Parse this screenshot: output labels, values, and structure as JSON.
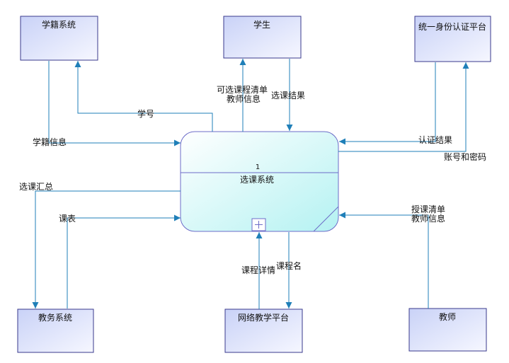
{
  "entities": {
    "xueji": "学籍系统",
    "student": "学生",
    "auth": "统一身份认证平台",
    "jiaowu": "教务系统",
    "network": "网络教学平台",
    "teacher": "教师"
  },
  "process": {
    "number": "1",
    "name": "选课系统"
  },
  "flows": {
    "xuehao": "学号",
    "xueji_info": "学籍信息",
    "optional_line1": "可选课程清单",
    "optional_line2": "教师信息",
    "result": "选课结果",
    "auth_result": "认证结果",
    "account": "账号和密码",
    "summary": "选课汇总",
    "schedule": "课表",
    "teach_line1": "授课清单",
    "teach_line2": "教师信息",
    "course_detail": "课程详情",
    "course_name": "课程名"
  },
  "colors": {
    "flow": "#1f7fb8",
    "entity_border": "#3a3a8c",
    "process_border": "#6c6cc8"
  }
}
